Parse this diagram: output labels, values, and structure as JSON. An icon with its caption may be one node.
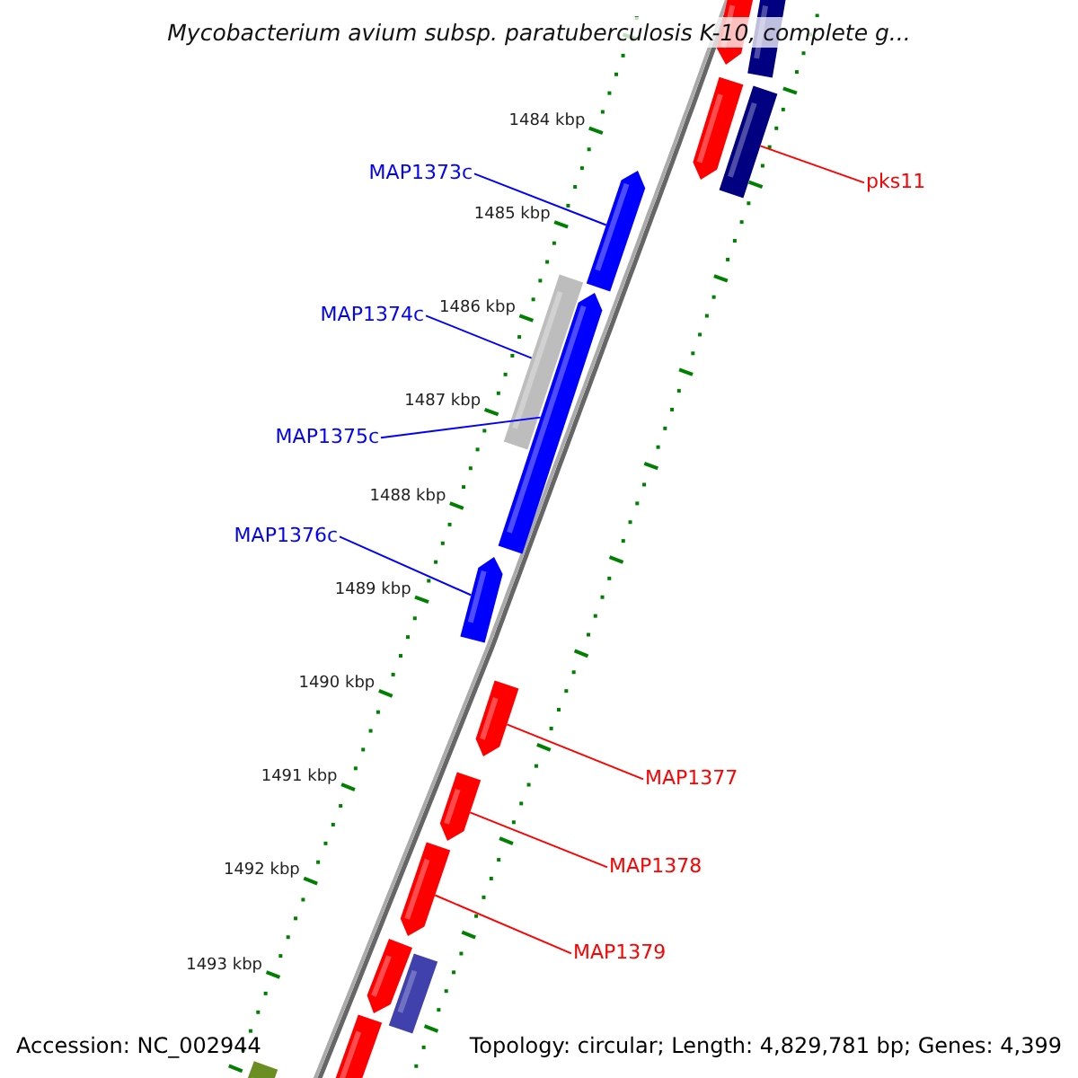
{
  "diagram": {
    "title": "Mycobacterium avium subsp. paratuberculosis K-10, complete g...",
    "nodes": [
      {
        "text": [
          "MAP1373c"
        ]
      },
      {
        "text": [],
        "shape": "bar"
      },
      {
        "text": [
          "pks11"
        ]
      },
      {
        "text": [],
        "shape": "bar"
      },
      {
        "text": [
          "MAP1374c"
        ]
      },
      {
        "text": [],
        "shape": "bar"
      },
      {
        "text": [
          "MAP1375c"
        ]
      },
      {
        "text": [],
        "shape": "bar"
      },
      {
        "text": [
          "MAP1376c"
        ]
      },
      {
        "text": [],
        "shape": "bar"
      },
      {
        "text": [
          "MAP1377"
        ]
      },
      {
        "text": [],
        "shape": "bar"
      },
      {
        "text": [
          "MAP1378"
        ]
      },
      {
        "text": [],
        "shape": "bar"
      },
      {
        "text": [
          "MAP1379"
        ]
      },
      {
        "text": [],
        "shape": "bar"
      },
      {
        "text": [],
        "shape": "bar"
      },
      {
        "text": [],
        "shape": "bar"
      },
      {
        "text": [],
        "shape": "bar"
      },
      {
        "text": [],
        "shape": "bar"
      },
      {
        "text": [],
        "shape": "bar"
      },
      {
        "text": [],
        "shape": "bar"
      },
      {
        "text": [],
        "shape": "bar"
      }
    ],
    "edges": [
      {
        "from": 0,
        "to": 1,
        "arrow": "none",
        "color": "#0000ff"
      },
      {
        "from": 2,
        "to": 3,
        "arrow": "none",
        "color": "#ff0000"
      },
      {
        "from": 4,
        "to": 5,
        "arrow": "none",
        "color": "#0000ff"
      },
      {
        "from": 6,
        "to": 7,
        "arrow": "none",
        "color": "#0000ff"
      },
      {
        "from": 8,
        "to": 9,
        "arrow": "none",
        "color": "#0000ff"
      },
      {
        "from": 10,
        "to": 11,
        "arrow": "none",
        "color": "#ff0000"
      },
      {
        "from": 12,
        "to": 13,
        "arrow": "none",
        "color": "#ff0000"
      },
      {
        "from": 14,
        "to": 15,
        "arrow": "none",
        "color": "#ff0000"
      }
    ],
    "labels": [
      "1484 kbp",
      "1485 kbp",
      "1486 kbp",
      "1487 kbp",
      "1488 kbp",
      "1489 kbp",
      "1490 kbp",
      "1491 kbp",
      "1492 kbp",
      "1493 kbp",
      "Accession: NC_002944",
      "Topology: circular; Length: 4,829,781 bp; Genes: 4,399"
    ]
  }
}
